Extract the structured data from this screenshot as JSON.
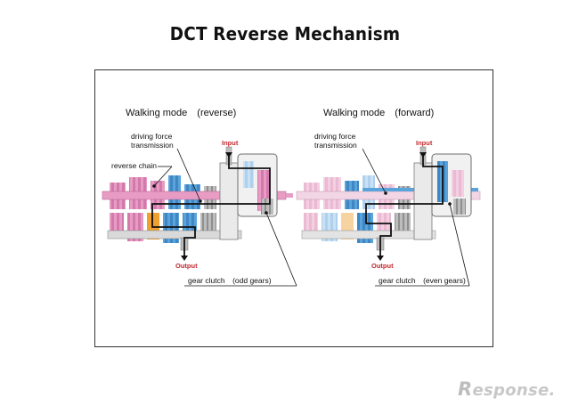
{
  "title": "DCT Reverse Mechanism",
  "left": {
    "heading": "Walking mode　(reverse)",
    "label_force_1": "driving force",
    "label_force_2": "transmission",
    "label_chain": "reverse chain",
    "label_input": "Input",
    "label_output": "Output",
    "label_clutch": "gear clutch　(odd gears)"
  },
  "right": {
    "heading": "Walking mode　(forward)",
    "label_force_1": "driving force",
    "label_force_2": "transmission",
    "label_input": "Input",
    "label_output": "Output",
    "label_clutch": "gear clutch　(even gears)"
  },
  "watermark": {
    "first_letter": "R",
    "rest": "esponse."
  },
  "colors": {
    "pink": "#e89cc4",
    "pink_light": "#f4cfe2",
    "blue": "#5aa4dc",
    "blue_light": "#c9e1f4",
    "gray": "#a8a8a8",
    "orange": "#f0a030",
    "label_red": "#c0282d"
  }
}
